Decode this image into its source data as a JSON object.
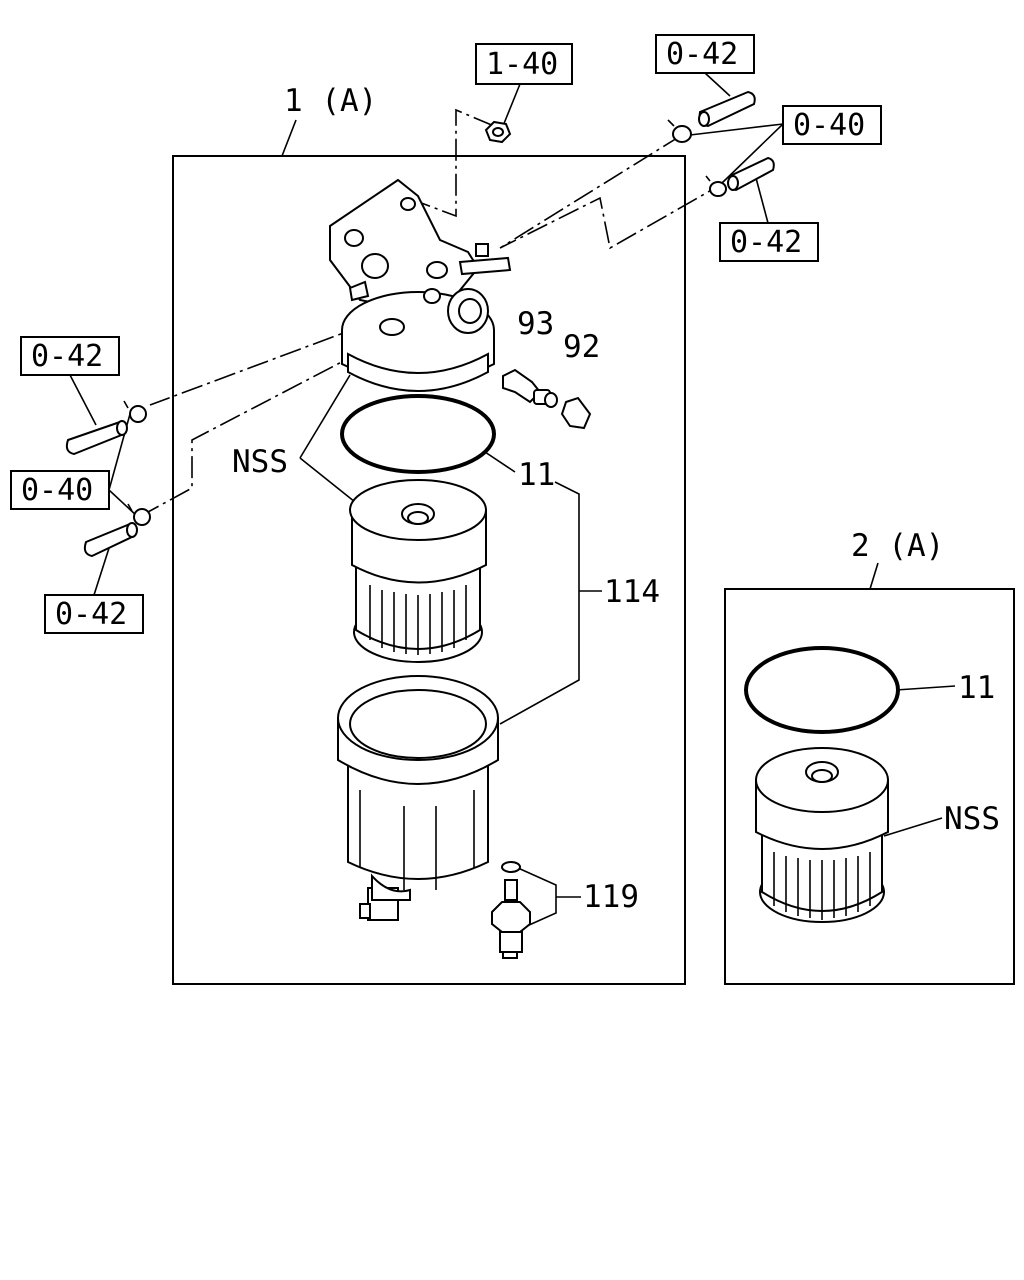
{
  "assembly_1": {
    "label": "1 (A)"
  },
  "assembly_2": {
    "label": "2 (A)"
  },
  "refs": {
    "r1_40": "1-40",
    "r0_42_top": "0-42",
    "r0_40_right": "0-40",
    "r0_42_right": "0-42",
    "r0_42_left_top": "0-42",
    "r0_40_left": "0-40",
    "r0_42_left_bottom": "0-42"
  },
  "parts": {
    "p93": "93",
    "p92": "92",
    "nss_main": "NSS",
    "p11_main": "11",
    "p114": "114",
    "p119": "119",
    "p11_kit": "11",
    "nss_kit": "NSS"
  }
}
